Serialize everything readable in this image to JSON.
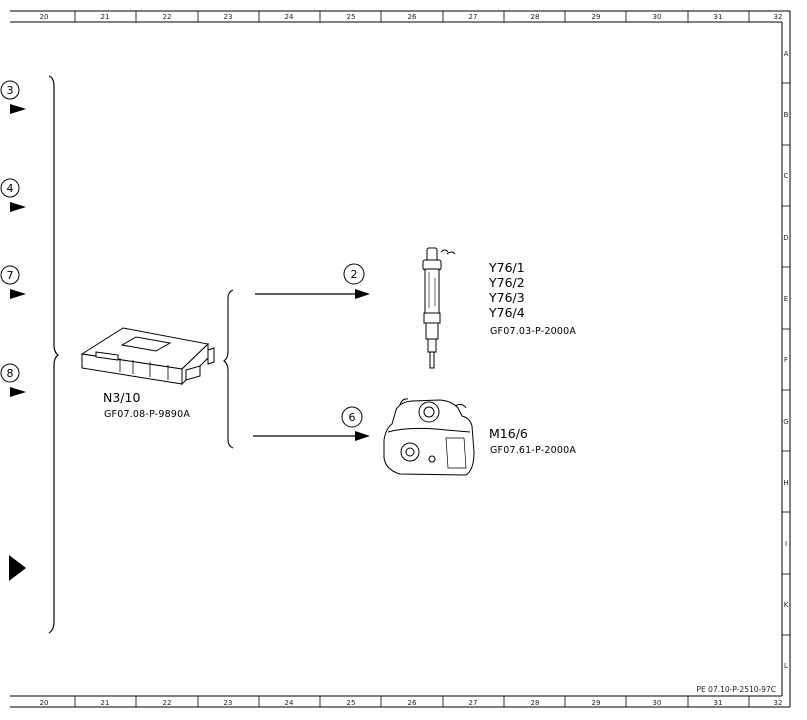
{
  "ruler": {
    "columns": [
      "20",
      "21",
      "22",
      "23",
      "24",
      "25",
      "26",
      "27",
      "28",
      "29",
      "30",
      "31",
      "32"
    ],
    "rows": [
      "A",
      "B",
      "C",
      "D",
      "E",
      "F",
      "G",
      "H",
      "I",
      "K",
      "L"
    ]
  },
  "left_refs": {
    "row1": "3",
    "row2": "4",
    "row3": "7",
    "row4": "8"
  },
  "control_unit": {
    "code": "N3/10",
    "ref": "GF07.08-P-9890A"
  },
  "connection_top": {
    "number": "2"
  },
  "connection_bottom": {
    "number": "6"
  },
  "injectors": {
    "codes": [
      "Y76/1",
      "Y76/2",
      "Y76/3",
      "Y76/4"
    ],
    "ref": "GF07.03-P-2000A"
  },
  "throttle": {
    "code": "M16/6",
    "ref": "GF07.61-P-2000A"
  },
  "document_id": "PE 07.10-P-2510-97C",
  "colors": {
    "line": "#000000",
    "background": "#ffffff"
  }
}
